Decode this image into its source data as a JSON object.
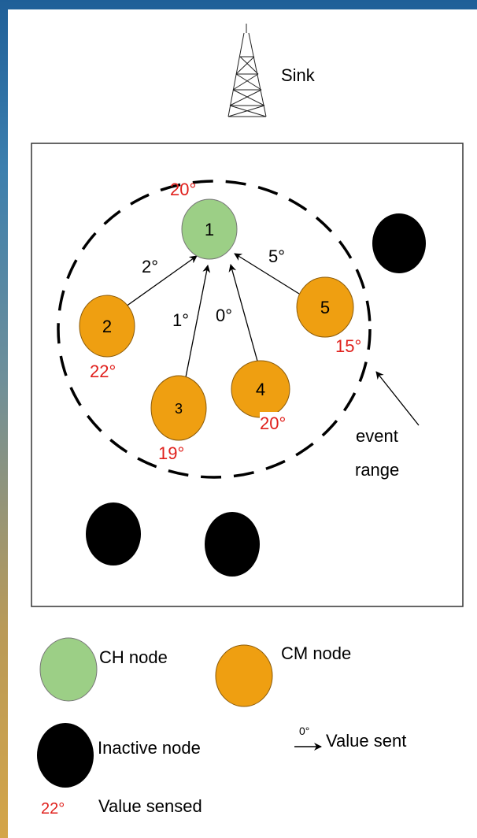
{
  "sink": {
    "label": "Sink"
  },
  "nodes": [
    {
      "id": "1",
      "role": "CH",
      "sensed": "20°"
    },
    {
      "id": "2",
      "role": "CM",
      "sensed": "22°",
      "sent": "2°"
    },
    {
      "id": "3",
      "role": "CM",
      "sensed": "19°",
      "sent": "1°"
    },
    {
      "id": "4",
      "role": "CM",
      "sensed": "20°",
      "sent": "0°"
    },
    {
      "id": "5",
      "role": "CM",
      "sensed": "15°",
      "sent": "5°"
    }
  ],
  "event_range": {
    "line1": "event",
    "line2": "range"
  },
  "legend": {
    "ch_node": "CH node",
    "cm_node": "CM node",
    "inactive_node": "Inactive node",
    "value_sent_example": "0°",
    "value_sent": "Value sent",
    "value_sensed_example": "22°",
    "value_sensed": "Value sensed"
  },
  "colors": {
    "ch_fill": "#9ccf86",
    "cm_fill": "#ef9f11",
    "inactive_fill": "#000000",
    "sensed_text": "#e0201c",
    "background_top": "#1f5f98",
    "background_bottom": "#d4a548"
  }
}
